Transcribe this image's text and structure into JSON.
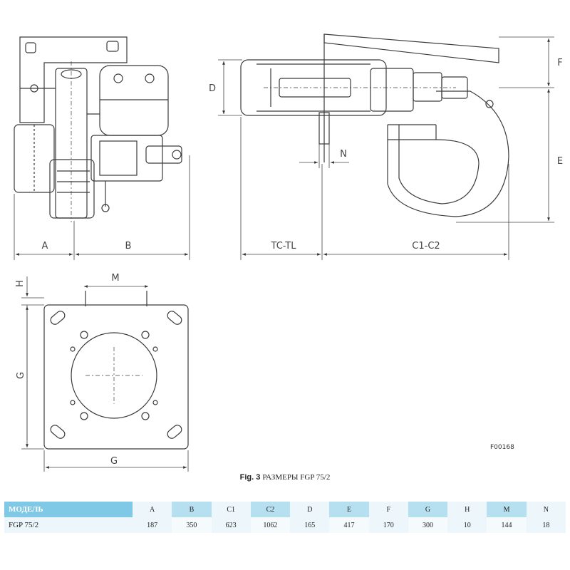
{
  "drawing": {
    "labels": {
      "A": "A",
      "B": "B",
      "TC_TL": "TC-TL",
      "C1_C2": "C1-C2",
      "D": "D",
      "F": "F",
      "E": "E",
      "N": "N",
      "H": "H",
      "M": "M",
      "G_vertical": "G",
      "G_horizontal": "G"
    },
    "reference": "F00168"
  },
  "caption": {
    "fig": "Fig. 3",
    "title": "РАЗМЕРЫ FGP 75/2"
  },
  "table": {
    "headers": [
      "МОДЕЛЬ",
      "A",
      "B",
      "C1",
      "C2",
      "D",
      "E",
      "F",
      "G",
      "H",
      "M",
      "N"
    ],
    "rows": [
      [
        "FGP 75/2",
        "187",
        "350",
        "623",
        "1062",
        "165",
        "417",
        "170",
        "300",
        "10",
        "144",
        "18"
      ]
    ]
  },
  "colors": {
    "header_accent": "#7fc9e6",
    "header_alt": "#b6dff0",
    "row_bg": "#ecf6fb",
    "line": "#3a3a3a"
  }
}
